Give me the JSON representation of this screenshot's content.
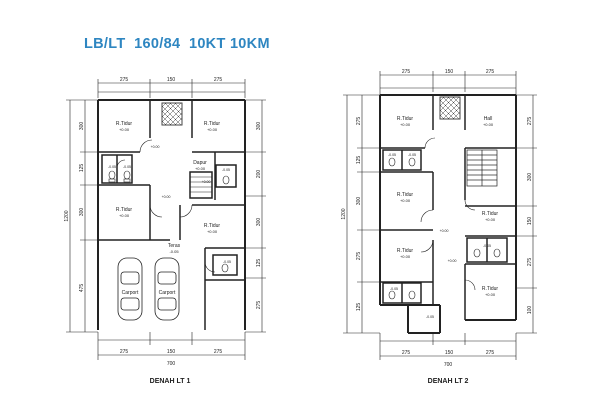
{
  "title": "LB/LT  160/84  10KT 10KM",
  "plans": [
    {
      "caption": "DENAH LT 1",
      "dims_top": [
        "275",
        "150",
        "275"
      ],
      "dims_bottom": [
        "275",
        "150",
        "275"
      ],
      "dim_total_width": "700",
      "dim_total_height": "1200",
      "dims_left": [
        "300",
        "125",
        "300",
        "475"
      ],
      "dims_right": [
        "300",
        "200",
        "300",
        "125",
        "275"
      ],
      "rooms": [
        {
          "name": "R.Tidur",
          "level": "+0.00"
        },
        {
          "name": "R.Tidur",
          "level": "+0.00"
        },
        {
          "name": "Dapur",
          "level": "+0.00"
        },
        {
          "name": "R.Tidur",
          "level": "+0.00"
        },
        {
          "name": "R.Tidur",
          "level": "+0.00"
        },
        {
          "name": "Teras",
          "level": "-0.05"
        },
        {
          "name": "Carport",
          "level": ""
        },
        {
          "name": "Carport",
          "level": ""
        }
      ],
      "bath_levels": [
        "-0.05",
        "-0.05",
        "-0.05",
        "-0.05"
      ],
      "hall_levels": [
        "+0.00",
        "+0.00",
        "+0.00"
      ]
    },
    {
      "caption": "DENAH LT 2",
      "dims_top": [
        "275",
        "150",
        "275"
      ],
      "dims_bottom": [
        "275",
        "150",
        "275"
      ],
      "dim_total_width": "700",
      "dim_total_height": "1200",
      "dims_left": [
        "275",
        "125",
        "300",
        "275",
        "125"
      ],
      "dims_right": [
        "275",
        "300",
        "150",
        "275",
        "100"
      ],
      "rooms": [
        {
          "name": "R.Tidur",
          "level": "+0.00"
        },
        {
          "name": "Hall",
          "level": "+0.00"
        },
        {
          "name": "R.Tidur",
          "level": "+0.00"
        },
        {
          "name": "R.Tidur",
          "level": "+0.00"
        },
        {
          "name": "R.Tidur",
          "level": "+0.00"
        },
        {
          "name": "R.Tidur",
          "level": "+0.00"
        }
      ],
      "bath_levels": [
        "-0.05",
        "-0.05",
        "-0.05",
        "-0.05"
      ],
      "hall_levels": [
        "+0.00",
        "+0.00",
        "-0.05"
      ]
    }
  ]
}
